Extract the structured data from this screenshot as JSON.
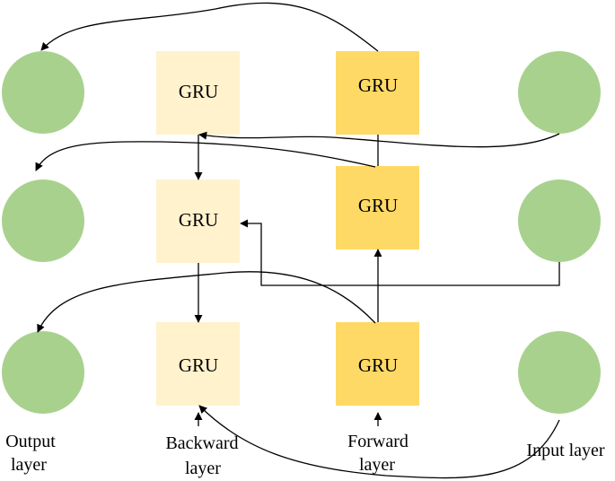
{
  "gru_label": "GRU",
  "captions": {
    "output_line1": "Output",
    "output_line2": "layer",
    "backward_line1": "Backward",
    "backward_line2": "layer",
    "forward_line1": "Forward",
    "forward_line2": "layer",
    "input": "Input layer"
  },
  "colors": {
    "node": "#a9d18e",
    "backward_gru": "#fff2cc",
    "forward_gru": "#ffd966"
  }
}
